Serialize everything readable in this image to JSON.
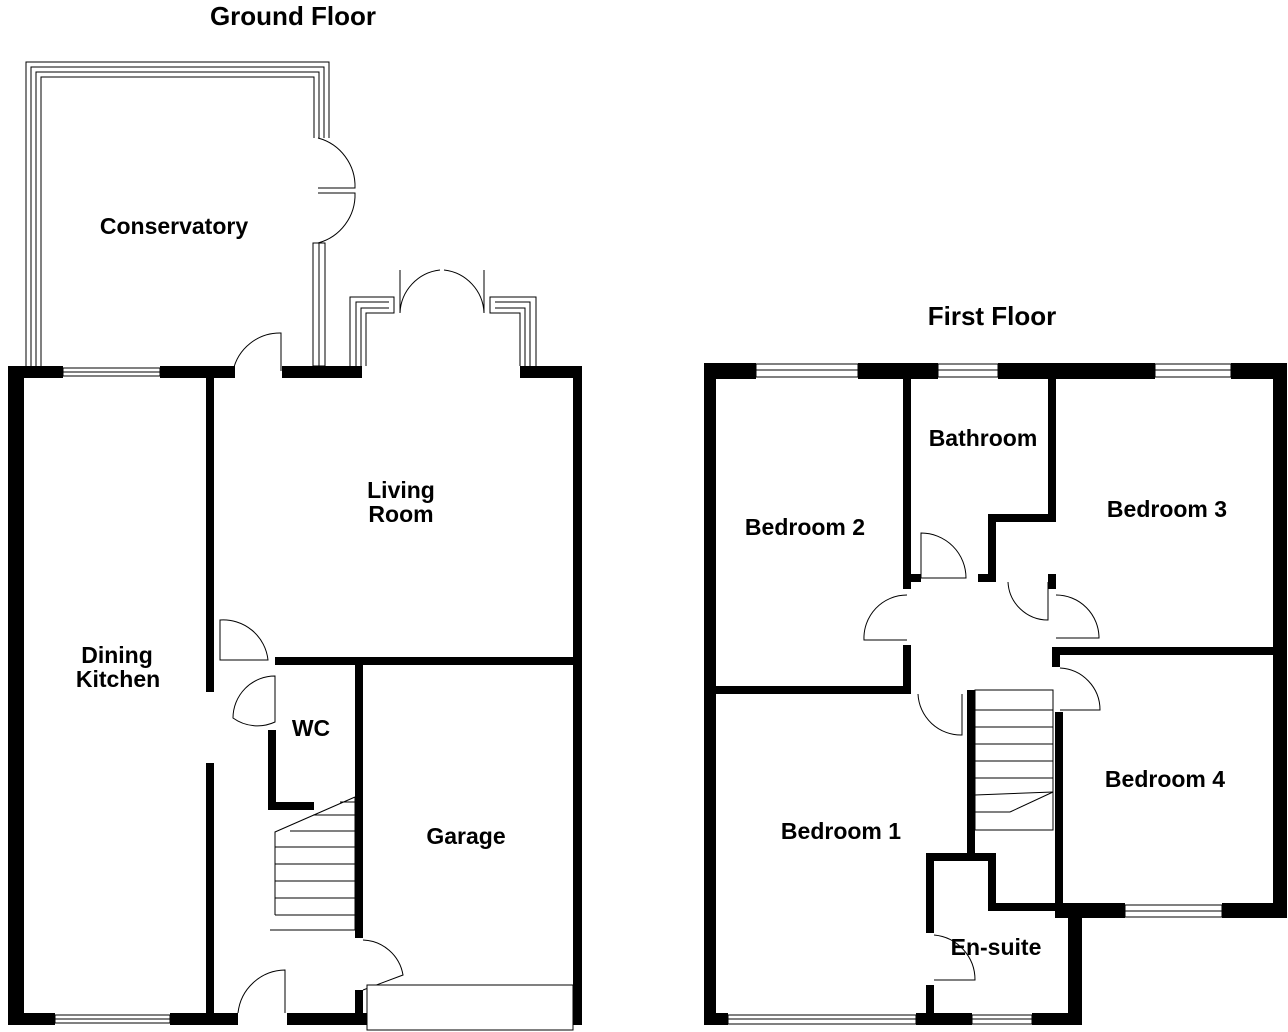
{
  "floors": {
    "ground": {
      "title": "Ground Floor",
      "rooms": {
        "conservatory": "Conservatory",
        "living_room_line1": "Living",
        "living_room_line2": "Room",
        "dining_kitchen_line1": "Dining",
        "dining_kitchen_line2": "Kitchen",
        "wc": "WC",
        "garage": "Garage"
      }
    },
    "first": {
      "title": "First Floor",
      "rooms": {
        "bedroom_1": "Bedroom 1",
        "bedroom_2": "Bedroom 2",
        "bedroom_3": "Bedroom 3",
        "bedroom_4": "Bedroom 4",
        "bathroom": "Bathroom",
        "ensuite": "En-suite"
      }
    }
  },
  "colors": {
    "walls": "#000000",
    "background": "#ffffff"
  }
}
